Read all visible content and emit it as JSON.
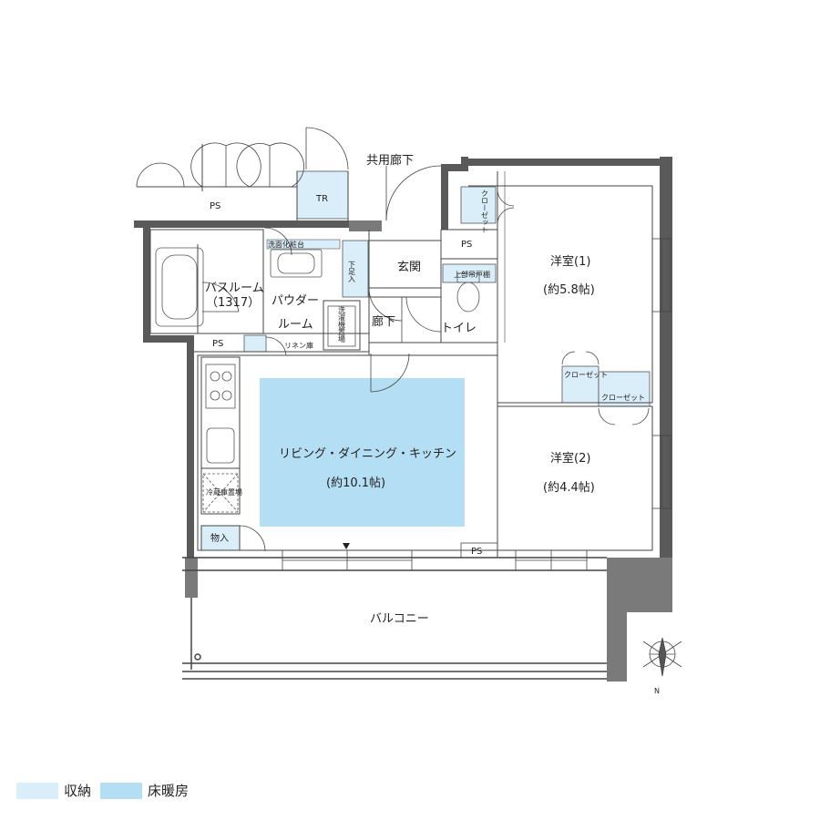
{
  "colors": {
    "storage": "#daeef9",
    "floor_heating": "#b4def3",
    "wall_dark": "#5a5a5a",
    "line": "#444444"
  },
  "rooms": {
    "common_corridor": "共用廊下",
    "ps_top": "PS",
    "tr": "TR",
    "closet_top": "クローゼット",
    "ps_entry": "PS",
    "genkan": "玄関",
    "overhead_shelf": "上部吊戸棚",
    "toilet": "トイレ",
    "rouka": "廊下",
    "shoe_storage": "下足入",
    "washbasin": "洗面化粧台",
    "washer_space": "洗濯機置場",
    "bathroom_line1": "バスルーム",
    "bathroom_line2": "（1317）",
    "powder_line1": "パウダー",
    "powder_line2": "ルーム",
    "ps_bath": "PS",
    "linen": "リネン庫",
    "bedroom1_name": "洋室(1)",
    "bedroom1_size": "(約5.8帖)",
    "closet_mid": "クローゼット",
    "closet_b2": "クローゼット",
    "bedroom2_name": "洋室(2)",
    "bedroom2_size": "(約4.4帖)",
    "ldk_name": "リビング・ダイニング・キッチン",
    "ldk_size": "(約10.1帖)",
    "fridge": "冷蔵庫置場",
    "storeroom": "物入",
    "ps_bottom": "PS",
    "balcony": "バルコニー",
    "north": "N"
  },
  "legend": [
    {
      "label": "収納",
      "color": "#daeef9"
    },
    {
      "label": "床暖房",
      "color": "#b4def3"
    }
  ]
}
